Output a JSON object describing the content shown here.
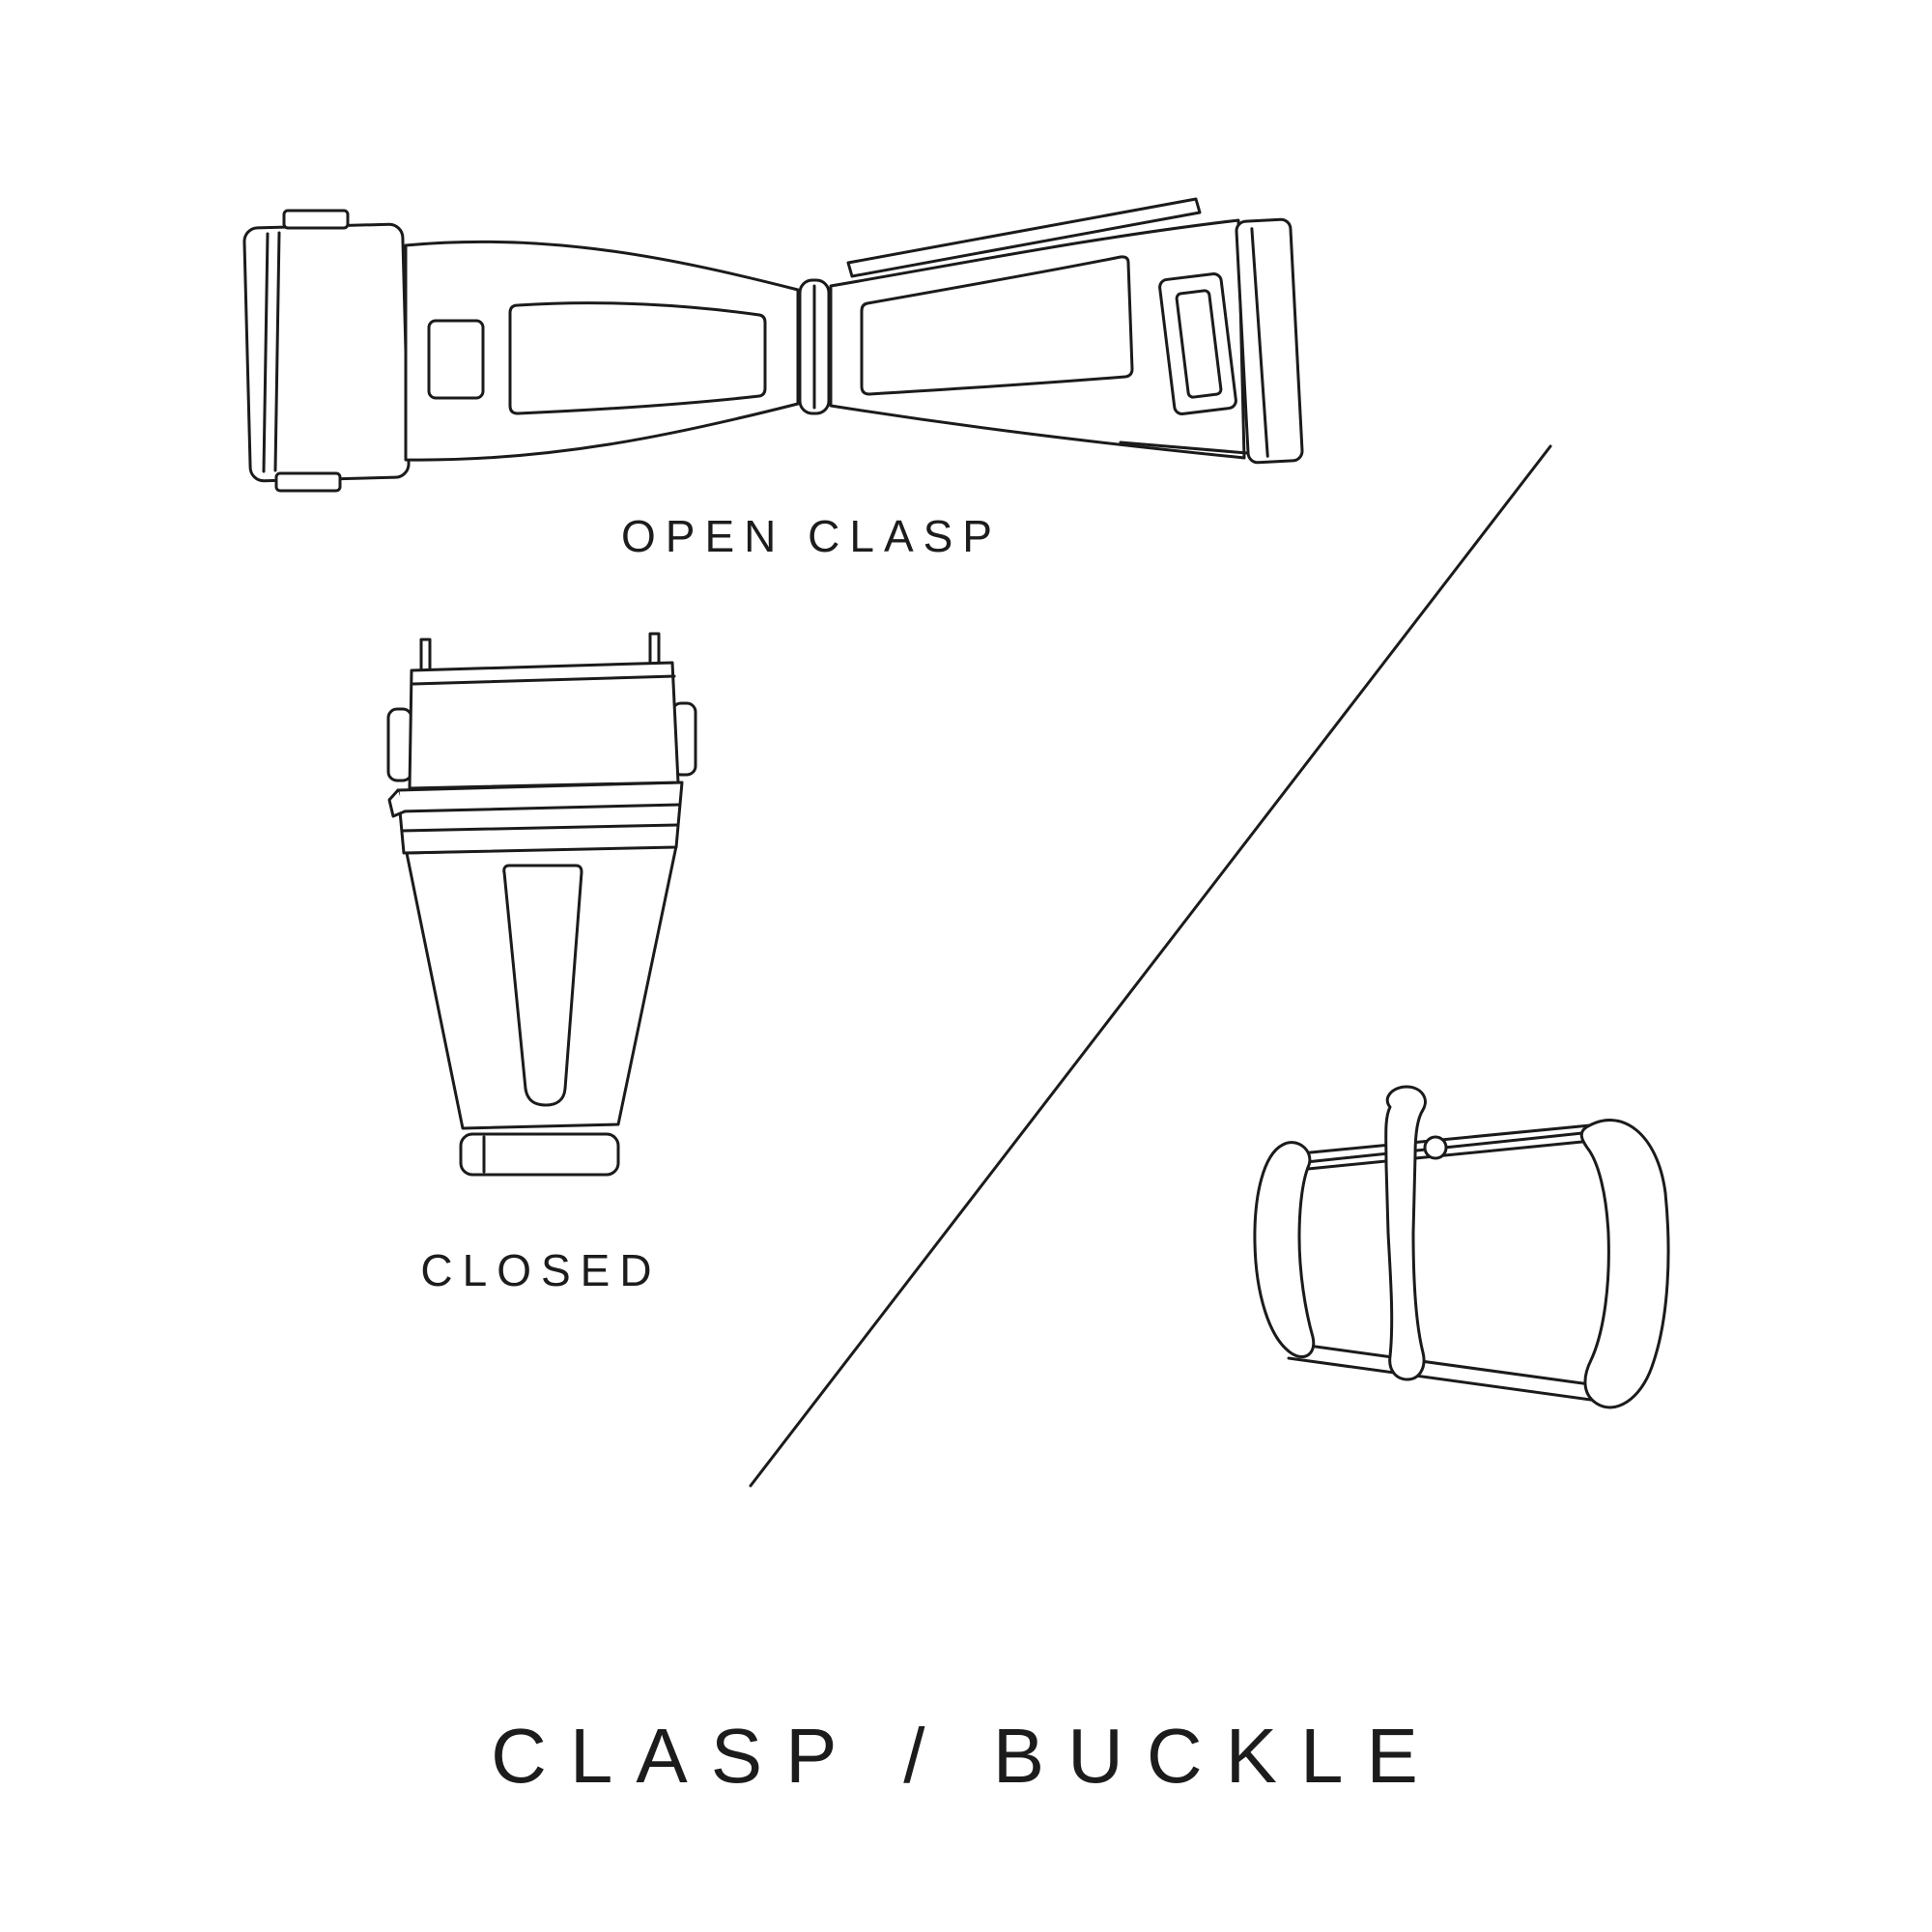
{
  "title": "CLASP / BUCKLE",
  "labels": {
    "open_clasp": "OPEN CLASP",
    "closed": "CLOSED"
  },
  "illustrations": {
    "open_clasp": "open-deployant-clasp-line-art",
    "closed_clasp": "closed-clasp-line-art",
    "tang_buckle": "tang-buckle-line-art",
    "divider": "diagonal-divider-line"
  },
  "colors": {
    "background": "#ffffff",
    "line": "#1b1b1b",
    "text": "#1c1c1c"
  }
}
